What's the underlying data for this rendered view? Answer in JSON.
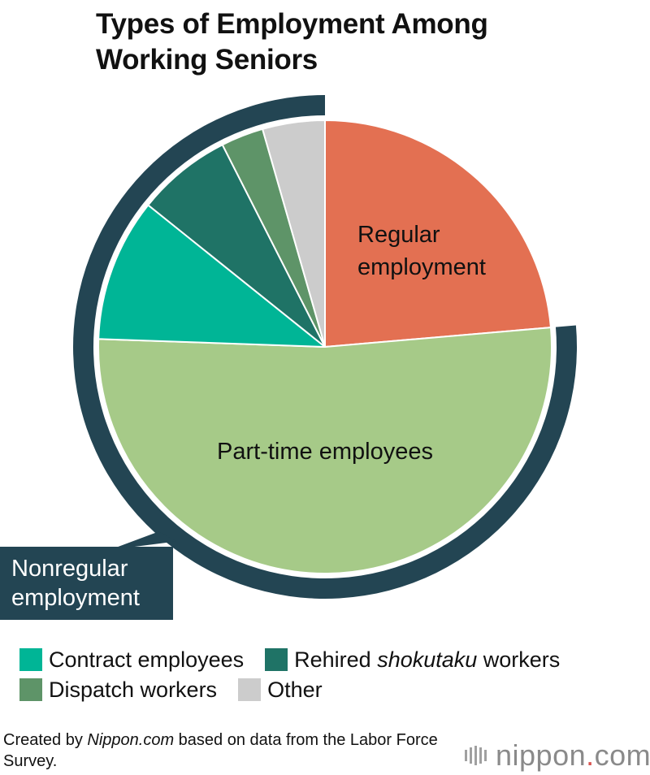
{
  "chart_data": {
    "type": "pie",
    "title": "Types of Employment Among Working Seniors",
    "title_lines": [
      "Types of Employment Among",
      "Working Seniors"
    ],
    "slices": [
      {
        "label": "Regular employment",
        "label_lines": [
          "Regular",
          "employment"
        ],
        "value": 23.4,
        "color": "#e37052",
        "group": ""
      },
      {
        "label": "Part-time employees",
        "label_lines": [
          "Part-time employees"
        ],
        "value": 51.4,
        "color": "#a6ca88",
        "group": "Nonregular employment"
      },
      {
        "label": "Contract employees",
        "label_lines": [],
        "value": 10.1,
        "color": "#00b596",
        "group": "Nonregular employment"
      },
      {
        "label": "Rehired shokutaku workers",
        "label_lines": [],
        "value": 6.7,
        "color": "#1f7366",
        "group": "Nonregular employment"
      },
      {
        "label": "Dispatch workers",
        "label_lines": [],
        "value": 3.0,
        "color": "#5e9468",
        "group": "Nonregular employment"
      },
      {
        "label": "Other",
        "label_lines": [],
        "value": 4.4,
        "color": "#cccccc",
        "group": "Nonregular employment"
      }
    ],
    "group_band": {
      "label": "Nonregular employment",
      "label_lines": [
        "Nonregular",
        "employment"
      ],
      "color": "#234553"
    },
    "legend": [
      {
        "label_pre": "Contract employees",
        "label_em": "",
        "label_post": "",
        "color": "#00b596"
      },
      {
        "label_pre": "Rehired ",
        "label_em": "shokutaku",
        "label_post": " workers",
        "color": "#1f7366"
      },
      {
        "label_pre": "Dispatch workers",
        "label_em": "",
        "label_post": "",
        "color": "#5e9468"
      },
      {
        "label_pre": "Other",
        "label_em": "",
        "label_post": "",
        "color": "#cccccc"
      }
    ]
  },
  "source": {
    "pre": "Created by ",
    "em": "Nippon.com",
    "post": " based on data from the Labor Force Survey."
  },
  "brand": {
    "name": "nippon",
    "dot": ".",
    "tld": "com"
  }
}
